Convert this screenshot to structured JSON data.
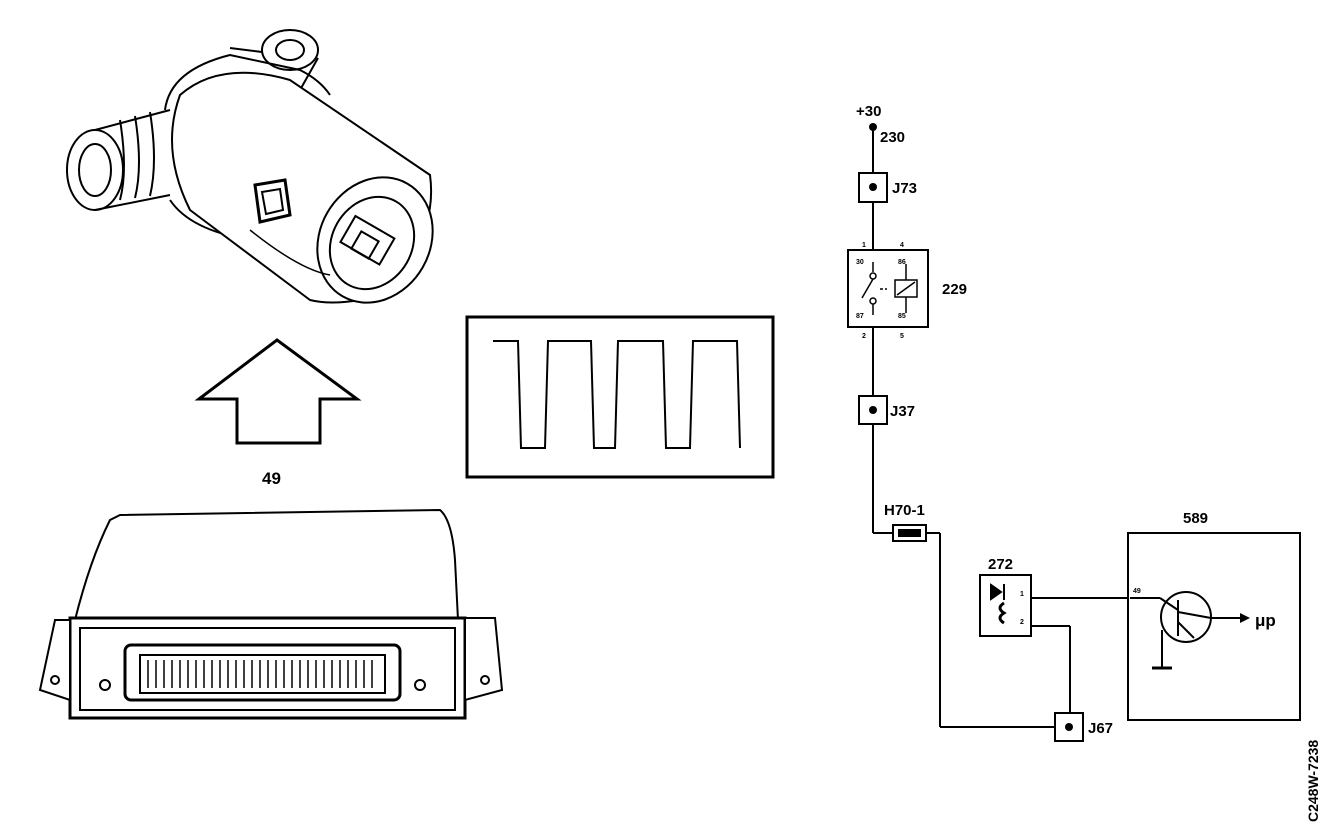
{
  "component_label": "49",
  "supply": {
    "terminal": "+30",
    "node": "230"
  },
  "connectors": {
    "j73": "J73",
    "j37": "J37",
    "j67": "J67",
    "h70": "H70-1"
  },
  "relay": {
    "id": "229",
    "pins": {
      "p1": "1",
      "p4": "4",
      "p30": "30",
      "p86": "86",
      "p87": "87",
      "p85": "85",
      "p2": "2",
      "p5": "5"
    }
  },
  "sensor": {
    "id": "272",
    "pins": {
      "p1": "1",
      "p2": "2"
    }
  },
  "ecu": {
    "id": "589",
    "pin": "49",
    "output": "μp"
  },
  "figure_code": "C248W-7238"
}
